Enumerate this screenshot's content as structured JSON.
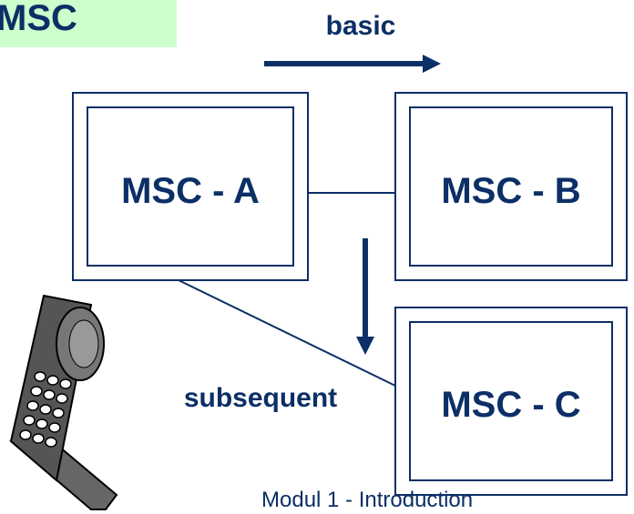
{
  "title": "MSC",
  "arrow_labels": {
    "basic": "basic",
    "subsequent": "subsequent"
  },
  "boxes": {
    "a": "MSC - A",
    "b": "MSC - B",
    "c": "MSC - C"
  },
  "footer": "Modul 1 -  Introduction",
  "colors": {
    "text": "#0b2f66",
    "title_background": "#ccffcc",
    "lines": "#0b2f66"
  },
  "icons": {
    "handset": "mobile-phone-icon"
  }
}
